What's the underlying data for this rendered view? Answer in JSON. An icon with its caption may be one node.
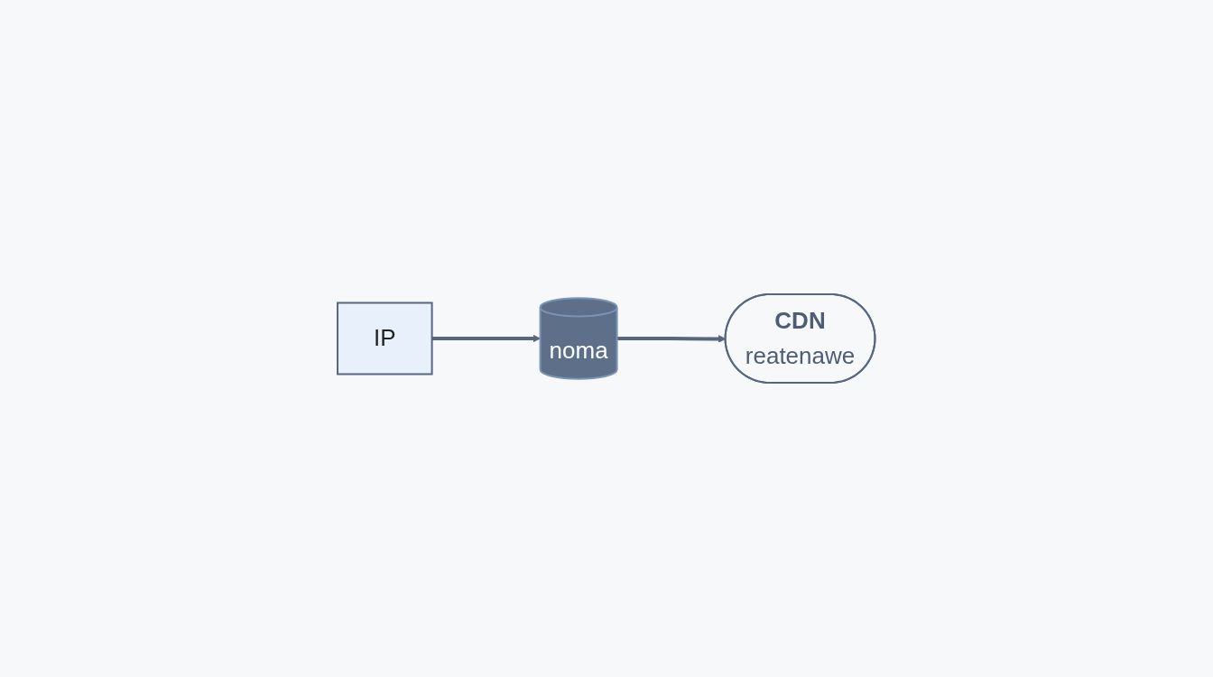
{
  "diagram": {
    "nodes": [
      {
        "text": [
          "IP"
        ]
      },
      {
        "text": [
          "noma"
        ]
      },
      {
        "text": [
          "CDN",
          "reatenawe"
        ]
      }
    ],
    "edges": [
      {
        "from": 0,
        "to": 1,
        "arrow": "to"
      },
      {
        "from": 1,
        "to": 2,
        "arrow": "to"
      }
    ]
  }
}
